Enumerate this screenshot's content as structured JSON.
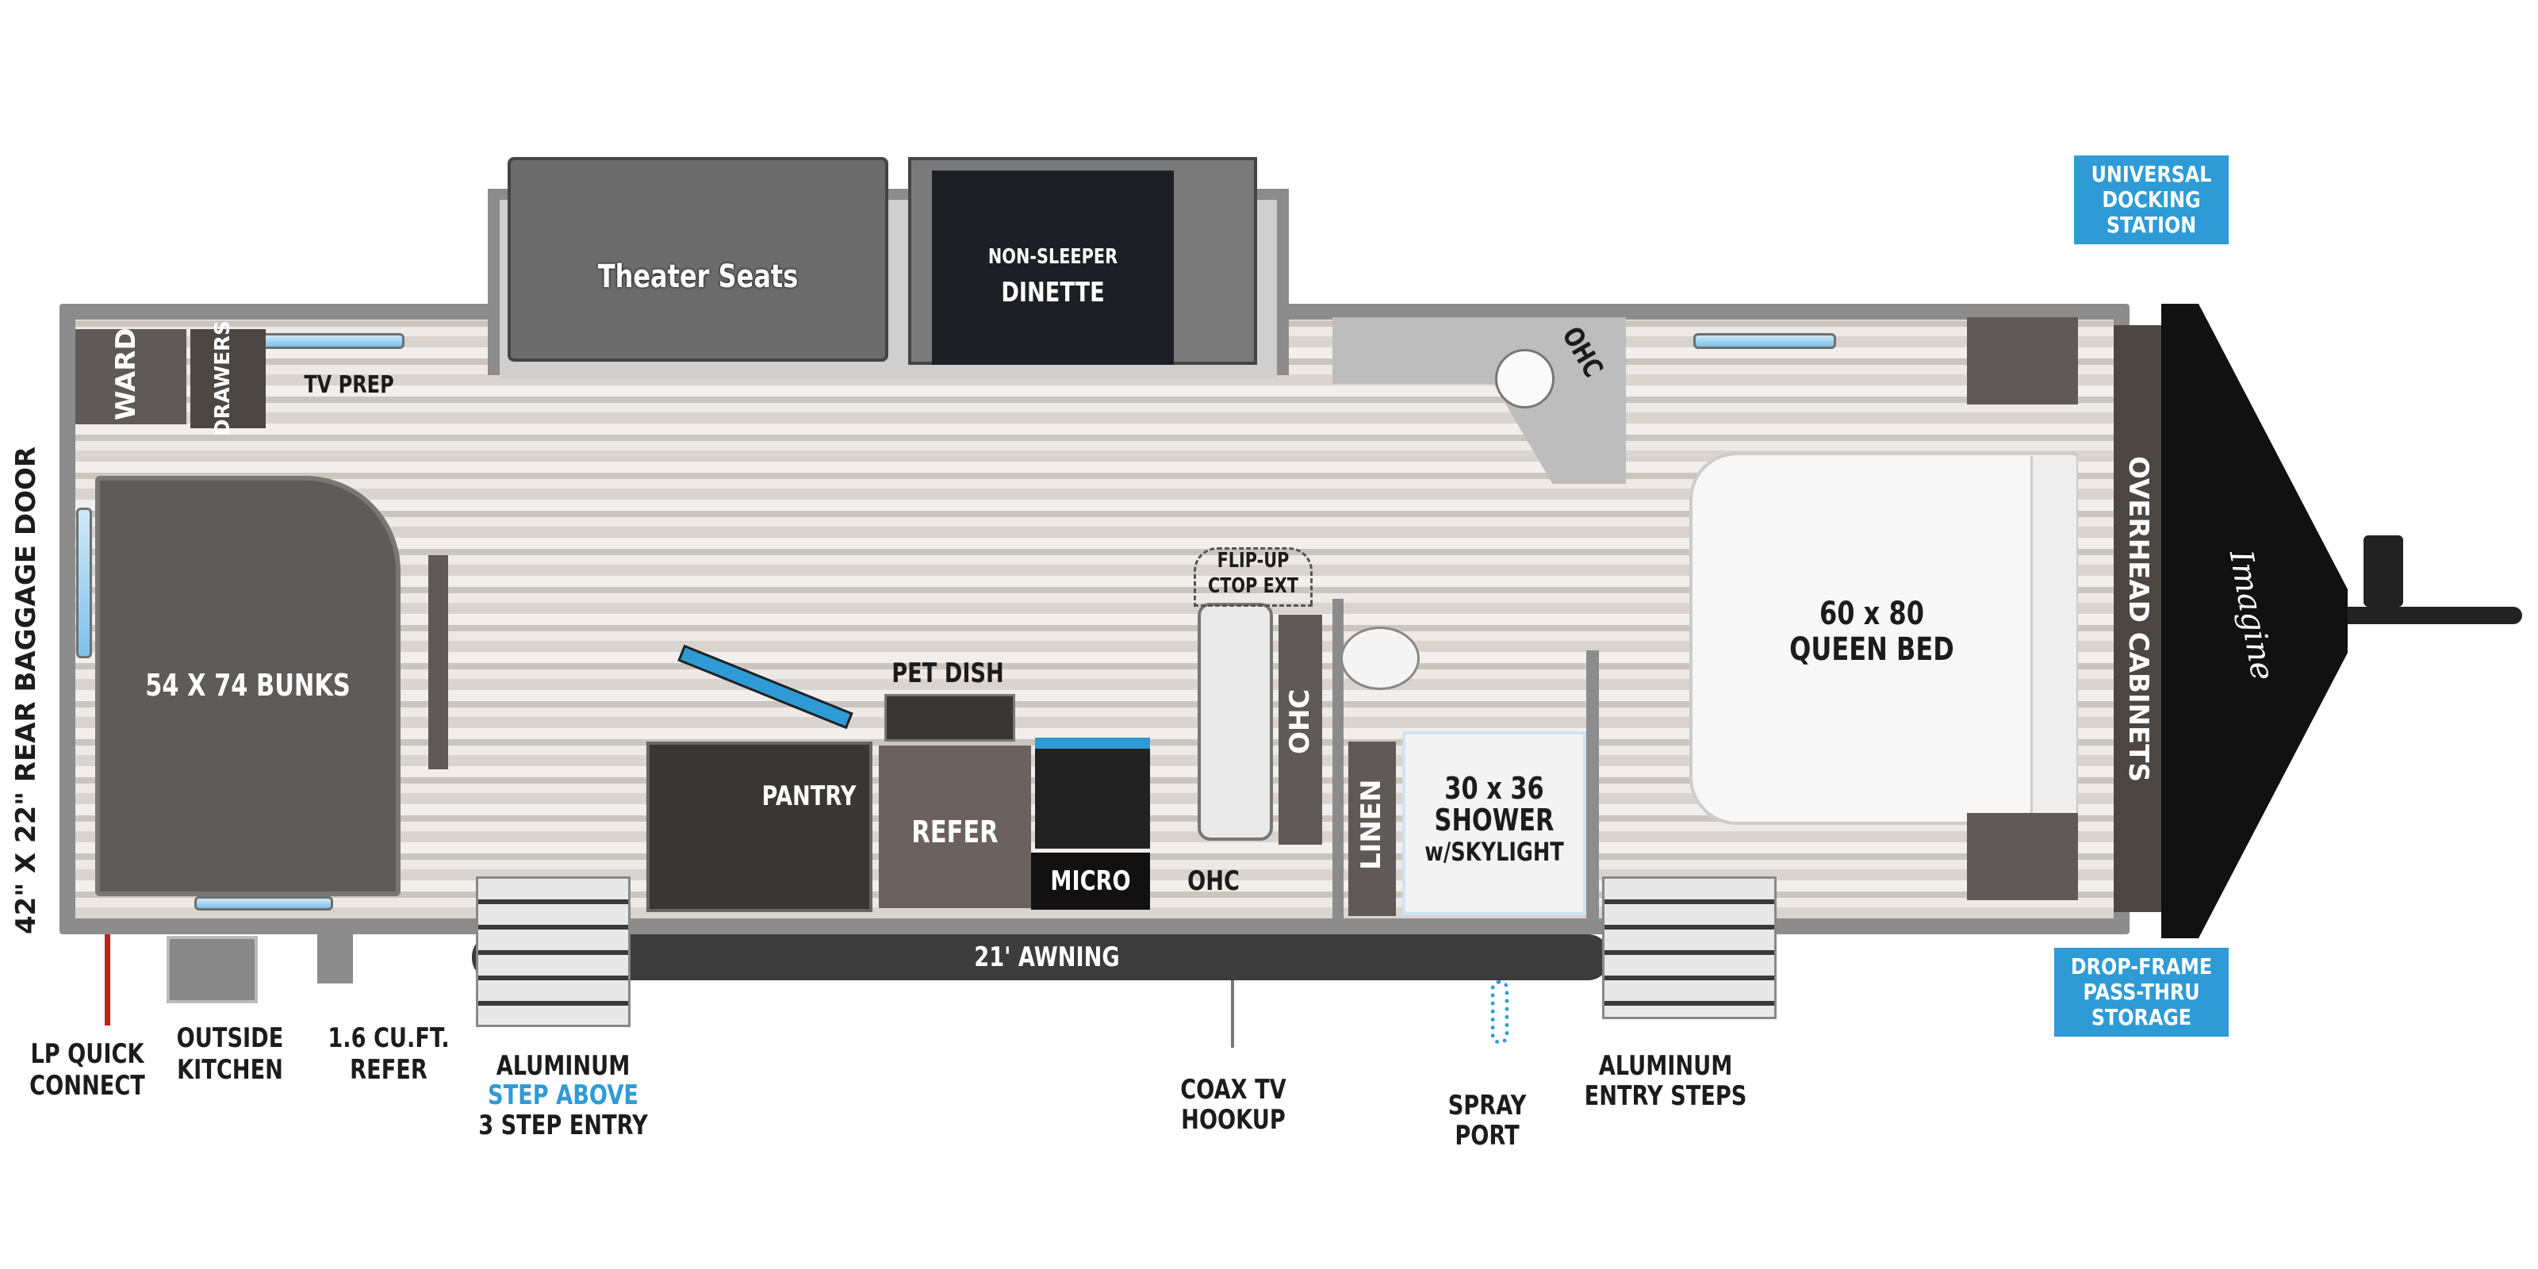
{
  "rooms": {
    "theater_seats": "Theater Seats",
    "dinette": [
      "NON-SLEEPER",
      "DINETTE"
    ],
    "ward": "WARD",
    "drawers": "DRAWERS",
    "tv_prep": "TV PREP",
    "bunks": "54 X 74 BUNKS",
    "pantry": "PANTRY",
    "pet_dish": "PET DISH",
    "refer": "REFER",
    "micro": "MICRO",
    "ohc_kitchen": "OHC",
    "ohc_vertical": "OHC",
    "ohc_bath": "OHC",
    "flip_up": [
      "FLIP-UP",
      "CTOP EXT"
    ],
    "linen": "LINEN",
    "shower": [
      "30 x 36",
      "SHOWER",
      "w/SKYLIGHT"
    ],
    "queen_bed": [
      "60 x 80",
      "QUEEN BED"
    ],
    "overhead_cabinets": "OVERHEAD CABINETS",
    "awning": "21' AWNING",
    "brand": "Imagine"
  },
  "callouts": {
    "rear_door": "42\" X 22\" REAR BAGGAGE DOOR",
    "lp": [
      "LP QUICK",
      "CONNECT"
    ],
    "outside_kitchen": [
      "OUTSIDE",
      "KITCHEN"
    ],
    "refer_outside": [
      "1.6 CU.FT.",
      "REFER"
    ],
    "step_entry": [
      "ALUMINUM",
      "STEP ABOVE",
      "3 STEP ENTRY"
    ],
    "coax": [
      "COAX TV",
      "HOOKUP"
    ],
    "spray": [
      "SPRAY",
      "PORT"
    ],
    "entry_steps": [
      "ALUMINUM",
      "ENTRY STEPS"
    ]
  },
  "badges": {
    "docking": [
      "UNIVERSAL",
      "DOCKING",
      "STATION"
    ],
    "storage": [
      "DROP-FRAME",
      "PASS-THRU",
      "STORAGE"
    ]
  },
  "colors": {
    "accent": "#2e9bd6",
    "lp_line": "#c0201a"
  }
}
